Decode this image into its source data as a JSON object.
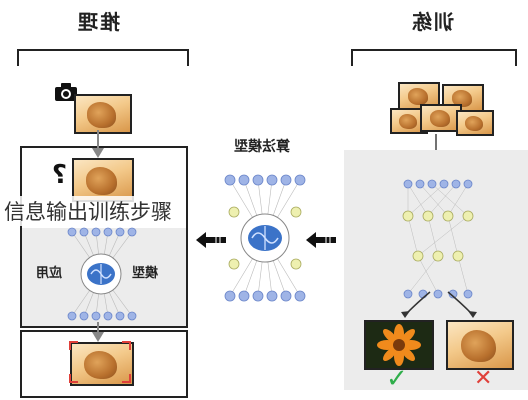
{
  "headings": {
    "inference": "推理",
    "training": "训练"
  },
  "center_label": "算法模型",
  "model_label": "模型",
  "apply_label": "应用",
  "question_mark": "?",
  "caption": "信息输出训练步骤",
  "marks": {
    "correct": "✓",
    "wrong": "✕"
  },
  "colors": {
    "correct": "#2fae4a",
    "wrong": "#e0403a",
    "brain": "#3b73c8",
    "node_blue": "#9fb4e6",
    "node_yellow": "#eef0b0",
    "focus": "#e0403a"
  },
  "icons": [
    "camera-icon",
    "brain-icon",
    "arrow-left-icon",
    "arrow-down-icon"
  ]
}
